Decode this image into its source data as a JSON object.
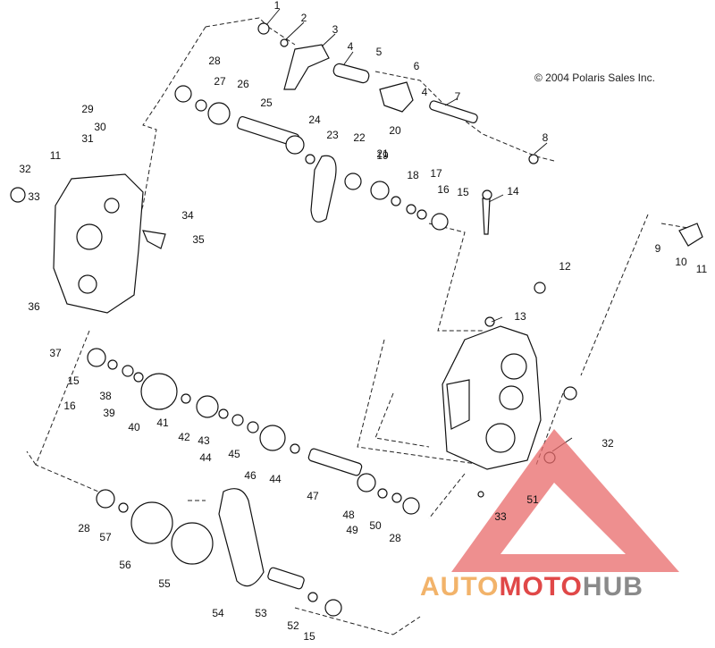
{
  "diagram": {
    "copyright": "© 2004 Polaris Sales Inc.",
    "callouts": [
      "1",
      "2",
      "3",
      "4",
      "5",
      "6",
      "4",
      "7",
      "8",
      "28",
      "27",
      "26",
      "25",
      "24",
      "23",
      "22",
      "21",
      "19",
      "20",
      "18",
      "17",
      "16",
      "15",
      "14",
      "29",
      "30",
      "31",
      "11",
      "32",
      "33",
      "34",
      "35",
      "36",
      "37",
      "9",
      "10",
      "11",
      "12",
      "13",
      "15",
      "16",
      "38",
      "39",
      "40",
      "41",
      "42",
      "43",
      "44",
      "45",
      "46",
      "44",
      "47",
      "48",
      "49",
      "50",
      "28",
      "51",
      "32",
      "33",
      "28",
      "57",
      "56",
      "55",
      "54",
      "53",
      "52",
      "15"
    ]
  },
  "watermark": {
    "part1": "AUTO",
    "part2": "MOTO",
    "part3": "HUB",
    "colors": {
      "auto": "#f2b36a",
      "moto": "#e04848",
      "hub": "#8a8a8a",
      "triangle": "#e86a6a"
    }
  }
}
